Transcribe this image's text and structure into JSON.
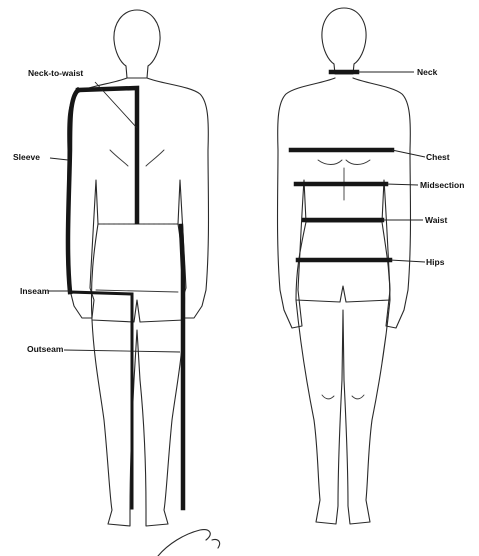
{
  "labels": {
    "neck_to_waist": "Neck-to-waist",
    "sleeve": "Sleeve",
    "inseam": "Inseam",
    "outseam": "Outseam",
    "neck": "Neck",
    "chest": "Chest",
    "midsection": "Midsection",
    "waist": "Waist",
    "hips": "Hips"
  },
  "colors": {
    "tape": "#161616",
    "outline": "#2a2a2a",
    "background": "#ffffff"
  }
}
